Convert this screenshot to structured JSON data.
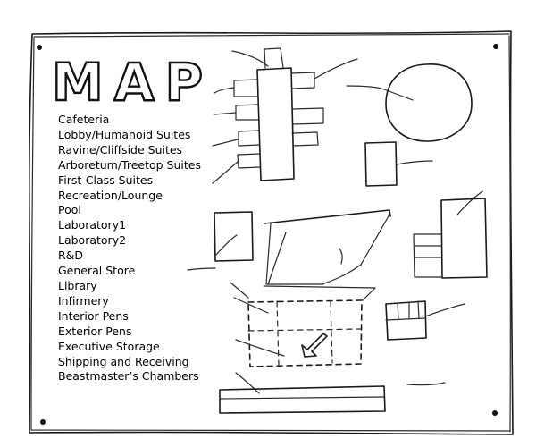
{
  "title": "MAP",
  "legend": [
    "Cafeteria",
    "Lobby/Humanoid Suites",
    "Ravine/Cliffside Suites",
    "Arboretum/Treetop Suites",
    "First-Class Suites",
    "Recreation/Lounge",
    "Pool",
    "Laboratory1",
    "Laboratory2",
    "R&D",
    "General Store",
    "Library",
    "Infirmery",
    "Interior Pens",
    "Exterior Pens",
    "Executive Storage",
    "Shipping and Receiving",
    "Beastmaster’s Chambers"
  ]
}
